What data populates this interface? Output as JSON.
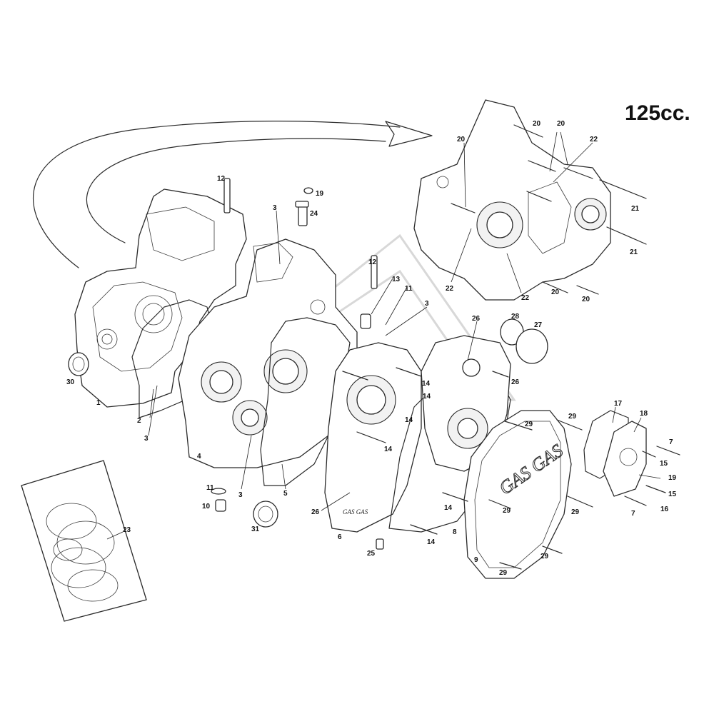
{
  "title": "125cc.",
  "cover_logo": "GAS GAS",
  "labels": [
    {
      "id": "1",
      "text": "1"
    },
    {
      "id": "2",
      "text": "2"
    },
    {
      "id": "3a",
      "text": "3"
    },
    {
      "id": "3b",
      "text": "3"
    },
    {
      "id": "3c",
      "text": "3"
    },
    {
      "id": "3d",
      "text": "3"
    },
    {
      "id": "4",
      "text": "4"
    },
    {
      "id": "5",
      "text": "5"
    },
    {
      "id": "6",
      "text": "6"
    },
    {
      "id": "7a",
      "text": "7"
    },
    {
      "id": "7b",
      "text": "7"
    },
    {
      "id": "8",
      "text": "8"
    },
    {
      "id": "9",
      "text": "9"
    },
    {
      "id": "10",
      "text": "10"
    },
    {
      "id": "11a",
      "text": "11"
    },
    {
      "id": "11b",
      "text": "11"
    },
    {
      "id": "12a",
      "text": "12"
    },
    {
      "id": "12b",
      "text": "12"
    },
    {
      "id": "13",
      "text": "13"
    },
    {
      "id": "14a",
      "text": "14"
    },
    {
      "id": "14b",
      "text": "14"
    },
    {
      "id": "14c",
      "text": "14"
    },
    {
      "id": "14d",
      "text": "14"
    },
    {
      "id": "14e",
      "text": "14"
    },
    {
      "id": "14f",
      "text": "14"
    },
    {
      "id": "15a",
      "text": "15"
    },
    {
      "id": "15b",
      "text": "15"
    },
    {
      "id": "16",
      "text": "16"
    },
    {
      "id": "17",
      "text": "17"
    },
    {
      "id": "18",
      "text": "18"
    },
    {
      "id": "19a",
      "text": "19"
    },
    {
      "id": "19b",
      "text": "19"
    },
    {
      "id": "20a",
      "text": "20"
    },
    {
      "id": "20b",
      "text": "20"
    },
    {
      "id": "20c",
      "text": "20"
    },
    {
      "id": "20d",
      "text": "20"
    },
    {
      "id": "20e",
      "text": "20"
    },
    {
      "id": "21a",
      "text": "21"
    },
    {
      "id": "21b",
      "text": "21"
    },
    {
      "id": "22a",
      "text": "22"
    },
    {
      "id": "22b",
      "text": "22"
    },
    {
      "id": "22c",
      "text": "22"
    },
    {
      "id": "23",
      "text": "23"
    },
    {
      "id": "24",
      "text": "24"
    },
    {
      "id": "25",
      "text": "25"
    },
    {
      "id": "26a",
      "text": "26"
    },
    {
      "id": "26b",
      "text": "26"
    },
    {
      "id": "26c",
      "text": "26"
    },
    {
      "id": "27",
      "text": "27"
    },
    {
      "id": "28",
      "text": "28"
    },
    {
      "id": "29a",
      "text": "29"
    },
    {
      "id": "29b",
      "text": "29"
    },
    {
      "id": "29c",
      "text": "29"
    },
    {
      "id": "29d",
      "text": "29"
    },
    {
      "id": "29e",
      "text": "29"
    },
    {
      "id": "29f",
      "text": "29"
    },
    {
      "id": "30",
      "text": "30"
    },
    {
      "id": "31",
      "text": "31"
    }
  ]
}
